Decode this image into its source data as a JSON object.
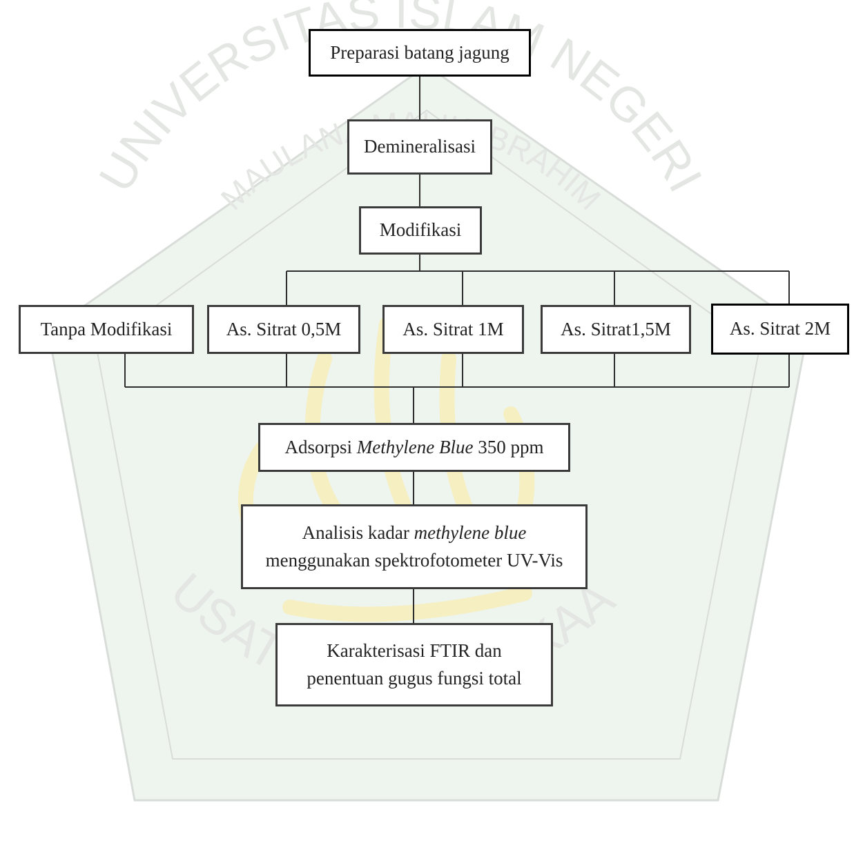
{
  "nodes": {
    "preparasi": "Preparasi batang jagung",
    "demineralisasi": "Demineralisasi",
    "modifikasi": "Modifikasi",
    "tanpa": "Tanpa Modifikasi",
    "sitrat05": "As. Sitrat 0,5M",
    "sitrat1": "As. Sitrat 1M",
    "sitrat15": "As. Sitrat1,5M",
    "sitrat2": "As. Sitrat 2M",
    "adsorpsi": {
      "prefix": "Adsorpsi ",
      "italic": "Methylene Blue",
      "suffix": " 350 ppm"
    },
    "analisis": {
      "line1_prefix": "Analisis kadar ",
      "line1_italic": "methylene blue",
      "line2": "menggunakan spektrofotometer UV-Vis"
    },
    "karakterisasi": {
      "line1": "Karakterisasi FTIR dan",
      "line2": "penentuan gugus fungsi total"
    }
  },
  "watermark": {
    "arc_top": "UNIVERSITAS ISLAM NEGERI",
    "arc_inner": "MAULANA MALIK IBRAHIM",
    "arc_bottom": "PUSAT PERPUSTAKAAN",
    "colors": {
      "shield_fill": "#eef4ee",
      "shield_stroke": "#d9ddd9",
      "calligraphy": "#f6efc2"
    }
  }
}
